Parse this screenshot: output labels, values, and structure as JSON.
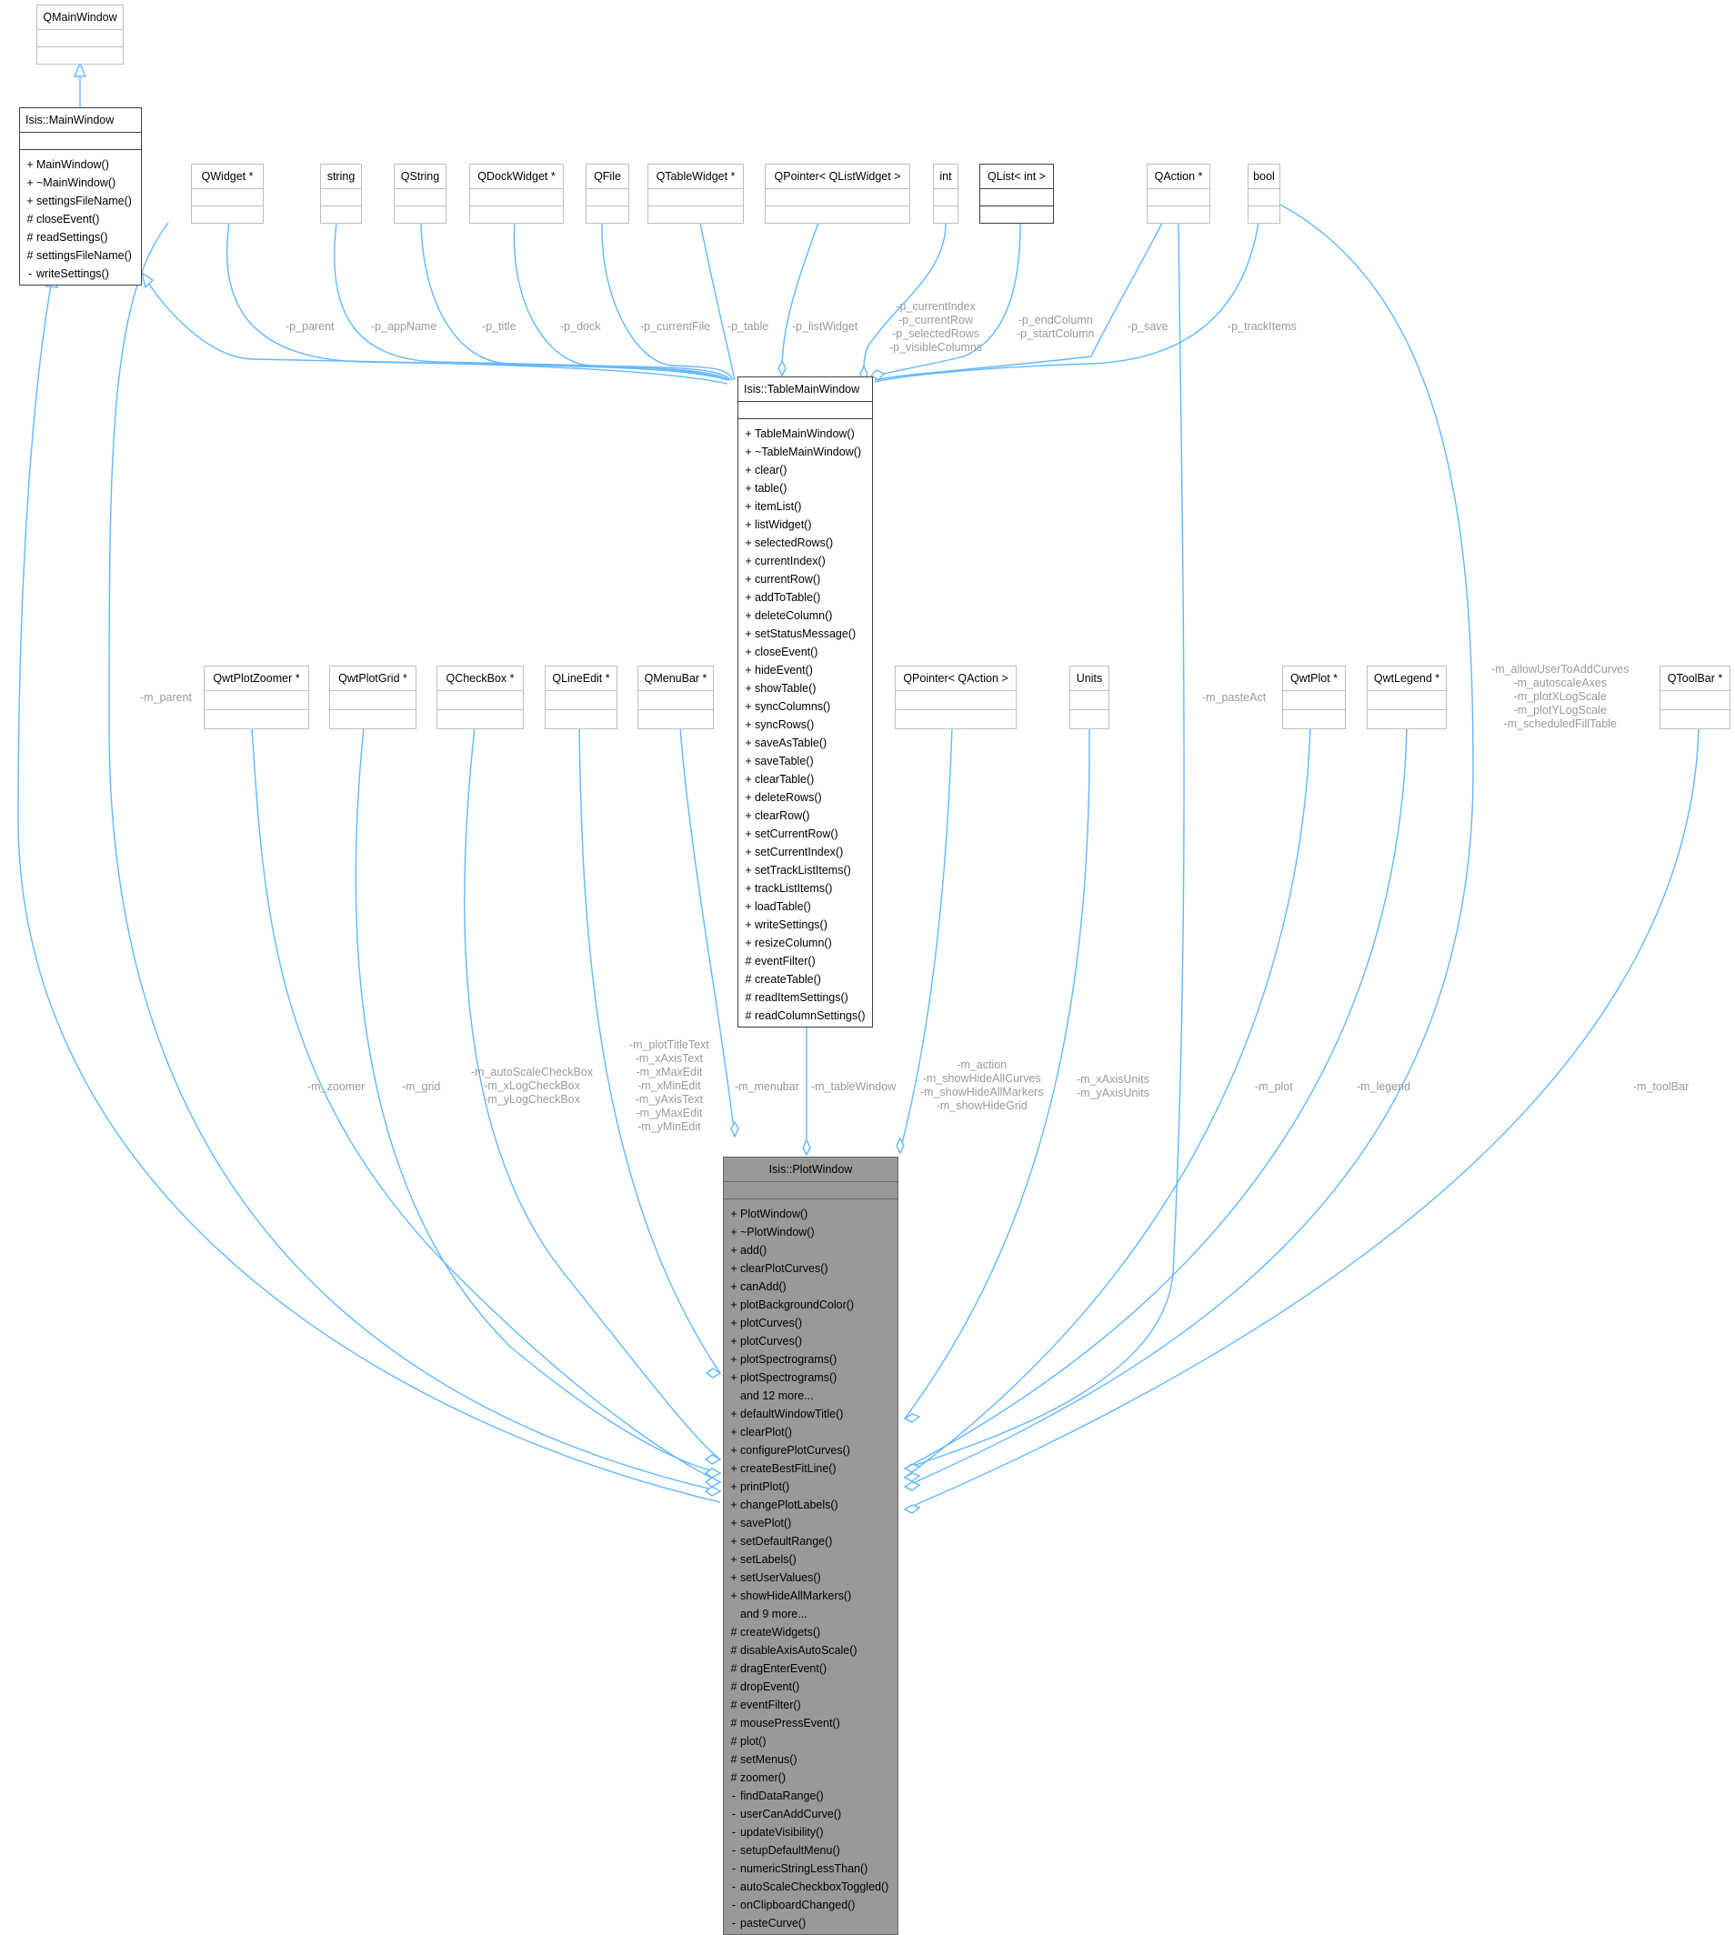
{
  "classes": {
    "qmainwindow": {
      "title": "QMainWindow"
    },
    "isis_mainwindow": {
      "title": "Isis::MainWindow",
      "operations": [
        {
          "vis": "+",
          "name": "MainWindow()"
        },
        {
          "vis": "+",
          "name": "~MainWindow()"
        },
        {
          "vis": "+",
          "name": "settingsFileName()"
        },
        {
          "vis": "#",
          "name": "closeEvent()"
        },
        {
          "vis": "#",
          "name": "readSettings()"
        },
        {
          "vis": "#",
          "name": "settingsFileName()"
        },
        {
          "vis": "-",
          "name": "writeSettings()"
        }
      ]
    },
    "qwidget": {
      "title": "QWidget *"
    },
    "string": {
      "title": "string"
    },
    "qstring": {
      "title": "QString"
    },
    "qdockwidget": {
      "title": "QDockWidget *"
    },
    "qfile": {
      "title": "QFile"
    },
    "qtablewidget": {
      "title": "QTableWidget *"
    },
    "qpointer_qlistwidget": {
      "title": "QPointer< QListWidget >"
    },
    "int": {
      "title": "int"
    },
    "qlist_int": {
      "title": "QList< int >"
    },
    "qaction": {
      "title": "QAction *"
    },
    "bool": {
      "title": "bool"
    },
    "table_main_window": {
      "title": "Isis::TableMainWindow",
      "operations": [
        {
          "vis": "+",
          "name": "TableMainWindow()"
        },
        {
          "vis": "+",
          "name": "~TableMainWindow()"
        },
        {
          "vis": "+",
          "name": "clear()"
        },
        {
          "vis": "+",
          "name": "table()"
        },
        {
          "vis": "+",
          "name": "itemList()"
        },
        {
          "vis": "+",
          "name": "listWidget()"
        },
        {
          "vis": "+",
          "name": "selectedRows()"
        },
        {
          "vis": "+",
          "name": "currentIndex()"
        },
        {
          "vis": "+",
          "name": "currentRow()"
        },
        {
          "vis": "+",
          "name": "addToTable()"
        },
        {
          "vis": "+",
          "name": "deleteColumn()"
        },
        {
          "vis": "+",
          "name": "setStatusMessage()"
        },
        {
          "vis": "+",
          "name": "closeEvent()"
        },
        {
          "vis": "+",
          "name": "hideEvent()"
        },
        {
          "vis": "+",
          "name": "showTable()"
        },
        {
          "vis": "+",
          "name": "syncColumns()"
        },
        {
          "vis": "+",
          "name": "syncRows()"
        },
        {
          "vis": "+",
          "name": "saveAsTable()"
        },
        {
          "vis": "+",
          "name": "saveTable()"
        },
        {
          "vis": "+",
          "name": "clearTable()"
        },
        {
          "vis": "+",
          "name": "deleteRows()"
        },
        {
          "vis": "+",
          "name": "clearRow()"
        },
        {
          "vis": "+",
          "name": "setCurrentRow()"
        },
        {
          "vis": "+",
          "name": "setCurrentIndex()"
        },
        {
          "vis": "+",
          "name": "setTrackListItems()"
        },
        {
          "vis": "+",
          "name": "trackListItems()"
        },
        {
          "vis": "+",
          "name": "loadTable()"
        },
        {
          "vis": "+",
          "name": "writeSettings()"
        },
        {
          "vis": "+",
          "name": "resizeColumn()"
        },
        {
          "vis": "#",
          "name": "eventFilter()"
        },
        {
          "vis": "#",
          "name": "createTable()"
        },
        {
          "vis": "#",
          "name": "readItemSettings()"
        },
        {
          "vis": "#",
          "name": "readColumnSettings()"
        }
      ]
    },
    "qwtplotzoomer": {
      "title": "QwtPlotZoomer *"
    },
    "qwtplotgrid": {
      "title": "QwtPlotGrid *"
    },
    "qcheckbox": {
      "title": "QCheckBox *"
    },
    "qlineedit": {
      "title": "QLineEdit *"
    },
    "qmenubar": {
      "title": "QMenuBar *"
    },
    "qpointer_qaction": {
      "title": "QPointer< QAction >"
    },
    "units": {
      "title": "Units"
    },
    "qwtplot": {
      "title": "QwtPlot *"
    },
    "qwtlegend": {
      "title": "QwtLegend *"
    },
    "qtoolbar": {
      "title": "QToolBar *"
    },
    "plot_window": {
      "title": "Isis::PlotWindow",
      "operations": [
        {
          "vis": "+",
          "name": "PlotWindow()"
        },
        {
          "vis": "+",
          "name": "~PlotWindow()"
        },
        {
          "vis": "+",
          "name": "add()"
        },
        {
          "vis": "+",
          "name": "clearPlotCurves()"
        },
        {
          "vis": "+",
          "name": "canAdd()"
        },
        {
          "vis": "+",
          "name": "plotBackgroundColor()"
        },
        {
          "vis": "+",
          "name": "plotCurves()"
        },
        {
          "vis": "+",
          "name": "plotCurves()"
        },
        {
          "vis": "+",
          "name": "plotSpectrograms()"
        },
        {
          "vis": "+",
          "name": "plotSpectrograms()"
        },
        {
          "vis": "",
          "name": "and 12 more..."
        },
        {
          "vis": "+",
          "name": "defaultWindowTitle()"
        },
        {
          "vis": "+",
          "name": "clearPlot()"
        },
        {
          "vis": "+",
          "name": "configurePlotCurves()"
        },
        {
          "vis": "+",
          "name": "createBestFitLine()"
        },
        {
          "vis": "+",
          "name": "printPlot()"
        },
        {
          "vis": "+",
          "name": "changePlotLabels()"
        },
        {
          "vis": "+",
          "name": "savePlot()"
        },
        {
          "vis": "+",
          "name": "setDefaultRange()"
        },
        {
          "vis": "+",
          "name": "setLabels()"
        },
        {
          "vis": "+",
          "name": "setUserValues()"
        },
        {
          "vis": "+",
          "name": "showHideAllMarkers()"
        },
        {
          "vis": "",
          "name": "and 9 more..."
        },
        {
          "vis": "#",
          "name": "createWidgets()"
        },
        {
          "vis": "#",
          "name": "disableAxisAutoScale()"
        },
        {
          "vis": "#",
          "name": "dragEnterEvent()"
        },
        {
          "vis": "#",
          "name": "dropEvent()"
        },
        {
          "vis": "#",
          "name": "eventFilter()"
        },
        {
          "vis": "#",
          "name": "mousePressEvent()"
        },
        {
          "vis": "#",
          "name": "plot()"
        },
        {
          "vis": "#",
          "name": "setMenus()"
        },
        {
          "vis": "#",
          "name": "zoomer()"
        },
        {
          "vis": "-",
          "name": "findDataRange()"
        },
        {
          "vis": "-",
          "name": "userCanAddCurve()"
        },
        {
          "vis": "-",
          "name": "updateVisibility()"
        },
        {
          "vis": "-",
          "name": "setupDefaultMenu()"
        },
        {
          "vis": "-",
          "name": "numericStringLessThan()"
        },
        {
          "vis": "-",
          "name": "autoScaleCheckboxToggled()"
        },
        {
          "vis": "-",
          "name": "onClipboardChanged()"
        },
        {
          "vis": "-",
          "name": "pasteCurve()"
        }
      ]
    }
  },
  "edge_labels": {
    "p_parent": "-p_parent",
    "p_appname": "-p_appName",
    "p_title": "-p_title",
    "p_dock": "-p_dock",
    "p_currentfile": "-p_currentFile",
    "p_table": "-p_table",
    "p_listwidget": "-p_listWidget",
    "p_int_lines": [
      "-p_currentIndex",
      "-p_currentRow",
      "-p_selectedRows",
      "-p_visibleColumns"
    ],
    "p_qlist_lines": [
      "-p_endColumn",
      "-p_startColumn"
    ],
    "p_save": "-p_save",
    "p_trackitems": "-p_trackItems",
    "m_parent": "-m_parent",
    "m_pasteact": "-m_pasteAct",
    "m_bool_lines": [
      "-m_allowUserToAddCurves",
      "-m_autoscaleAxes",
      "-m_plotXLogScale",
      "-m_plotYLogScale",
      "-m_scheduledFillTable"
    ],
    "m_zoomer": "-m_zoomer",
    "m_grid": "-m_grid",
    "m_checkbox_lines": [
      "-m_autoScaleCheckBox",
      "-m_xLogCheckBox",
      "-m_yLogCheckBox"
    ],
    "m_lineedit_lines": [
      "-m_plotTitleText",
      "-m_xAxisText",
      "-m_xMaxEdit",
      "-m_xMinEdit",
      "-m_yAxisText",
      "-m_yMaxEdit",
      "-m_yMinEdit"
    ],
    "m_menubar": "-m_menubar",
    "m_tablewindow": "-m_tableWindow",
    "m_action_lines": [
      "-m_action",
      "-m_showHideAllCurves",
      "-m_showHideAllMarkers",
      "-m_showHideGrid"
    ],
    "m_units_lines": [
      "-m_xAxisUnits",
      "-m_yAxisUnits"
    ],
    "m_plot": "-m_plot",
    "m_legend": "-m_legend",
    "m_toolbar": "-m_toolBar"
  }
}
